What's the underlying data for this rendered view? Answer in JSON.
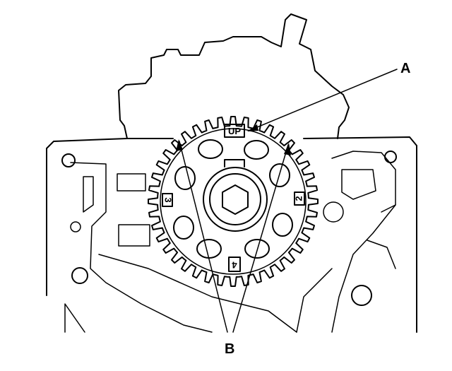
{
  "diagram": {
    "callouts": {
      "a": "A",
      "b": "B"
    },
    "gear_marks": {
      "top": "UP",
      "left": "3",
      "right": "2",
      "bottom": "4"
    },
    "gear": {
      "tooth_count": 40
    }
  }
}
